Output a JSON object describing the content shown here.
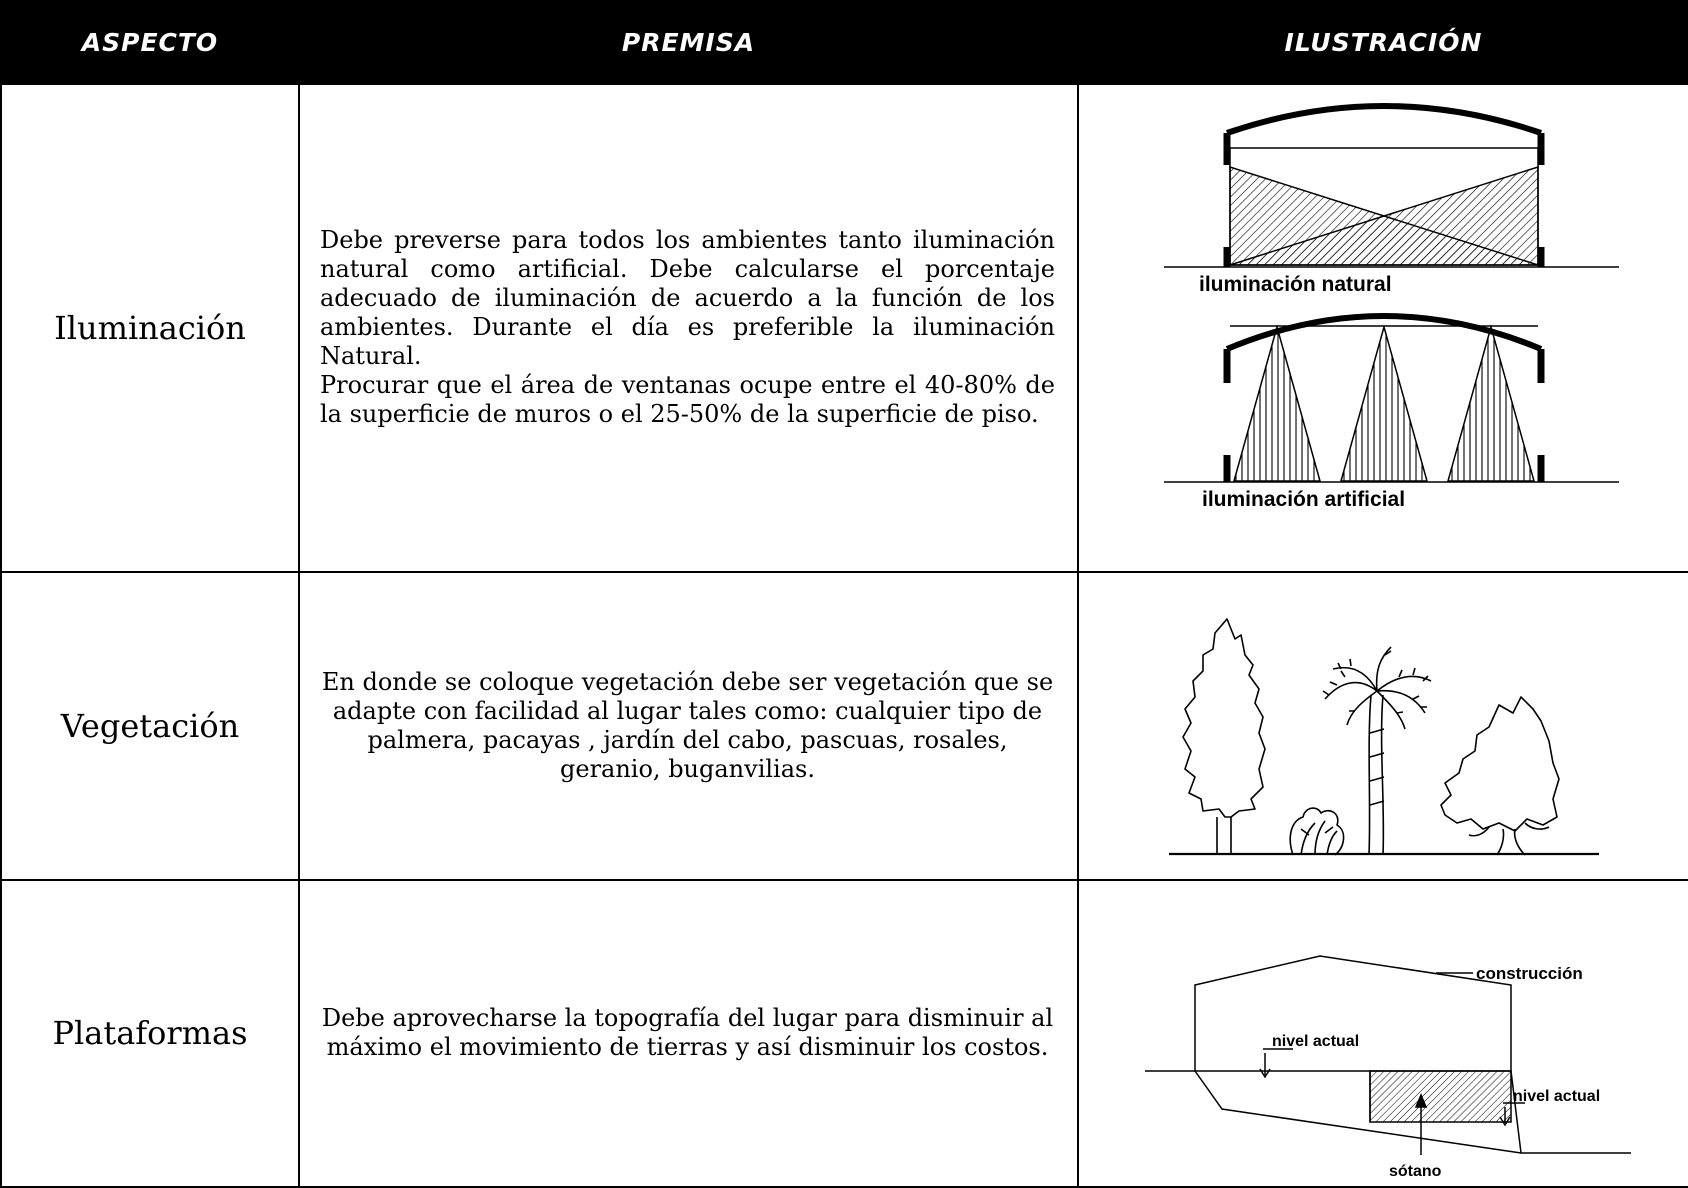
{
  "headers": {
    "aspect": "ASPECTO",
    "premise": "PREMISA",
    "illustration": "ILUSTRACIÓN"
  },
  "rows": [
    {
      "aspect": "Iluminación",
      "premise_lines": [
        "Debe preverse para todos los ambientes tanto iluminación natural como artificial.  Debe calcularse el porcentaje adecuado de iluminación de acuerdo a la función de los ambientes.  Durante el día es preferible la iluminación Natural.",
        "Procurar que el área de ventanas ocupe entre el 40-80% de la superficie de muros  o el 25-50% de la superficie de piso."
      ],
      "illustration": {
        "label_natural": "iluminación natural",
        "label_artificial": "iluminación artificial"
      }
    },
    {
      "aspect": "Vegetación",
      "premise": "En donde se coloque vegetación debe ser vegetación que se adapte con facilidad al lugar tales como:  cualquier tipo de palmera, pacayas , jardín del cabo, pascuas, rosales, geranio, buganvilias."
    },
    {
      "aspect": "Plataformas",
      "premise": "Debe aprovecharse la topografía del lugar para disminuir al máximo el movimiento de tierras y así disminuir los costos.",
      "illustration": {
        "label_construction": "construcción",
        "label_level_1": "nivel actual",
        "label_level_2": "nivel actual",
        "label_basement": "sótano"
      }
    }
  ]
}
